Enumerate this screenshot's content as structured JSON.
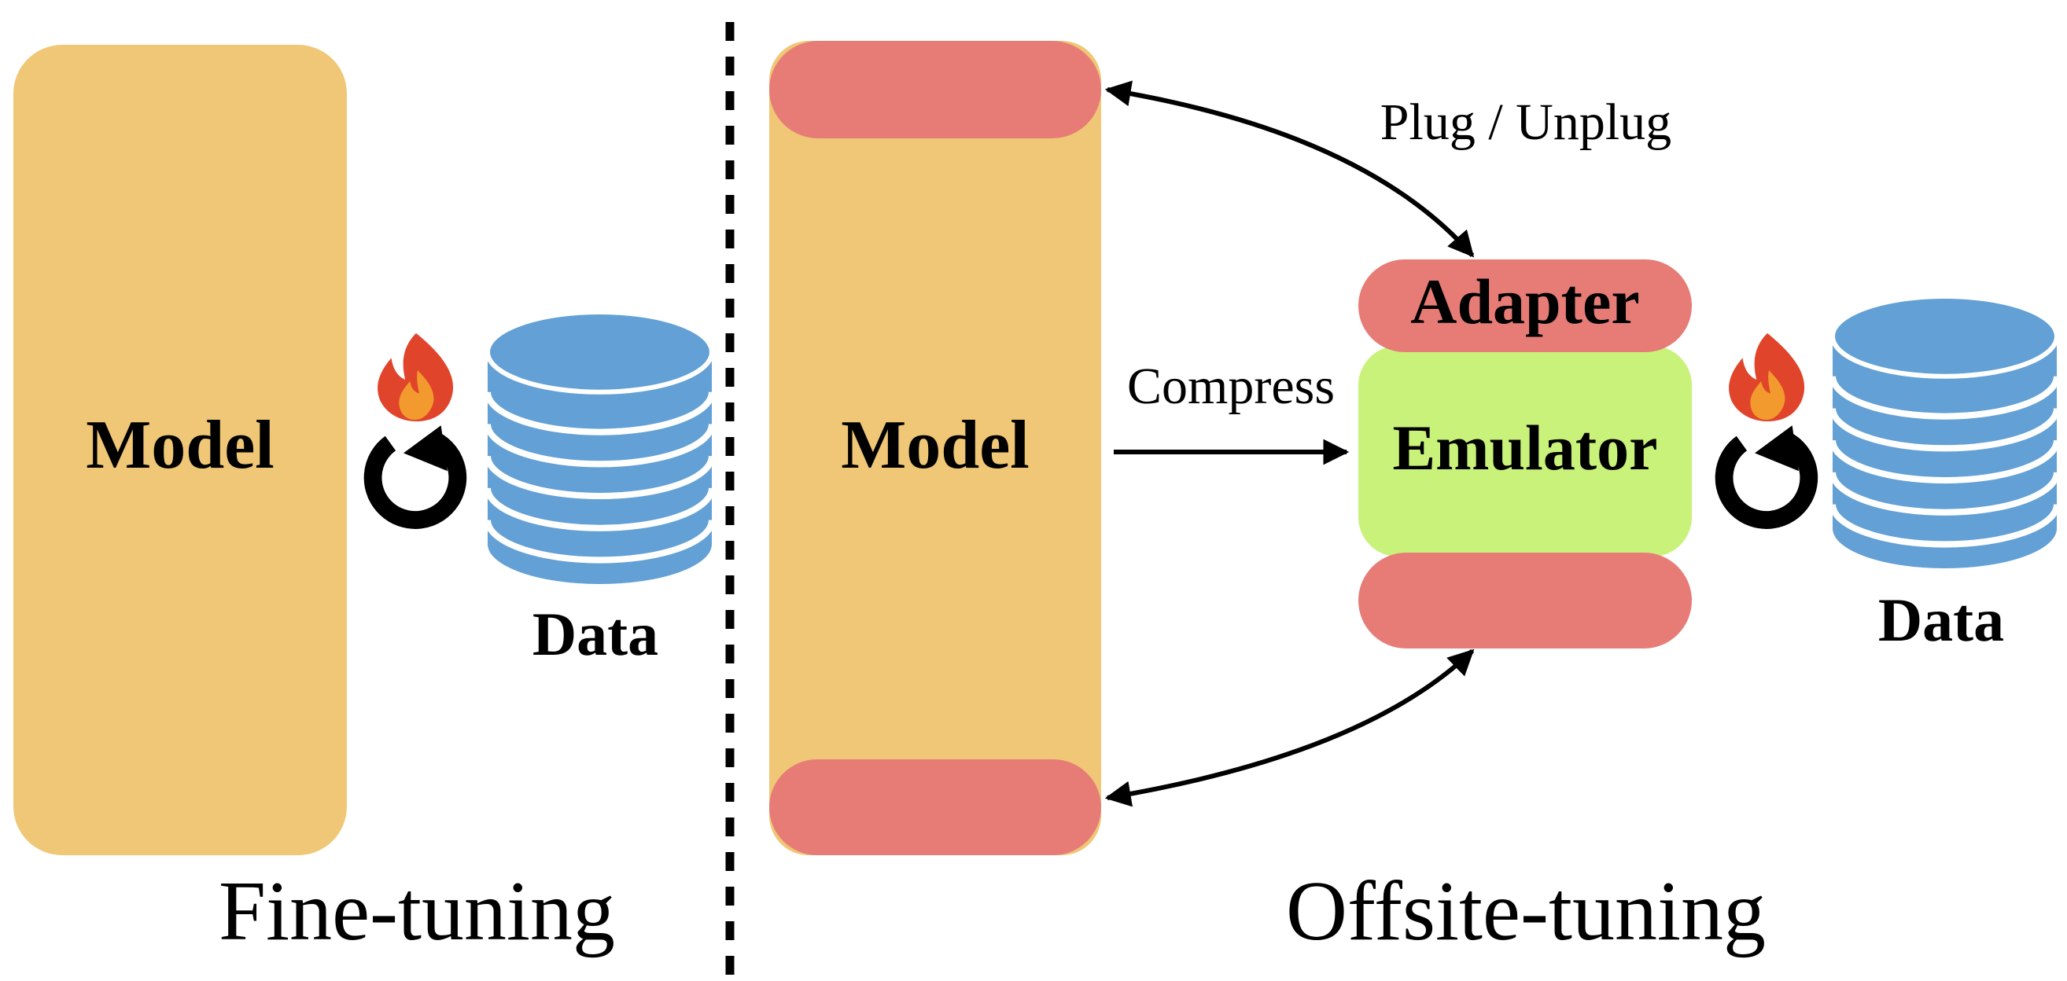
{
  "left_panel": {
    "model_label": "Model",
    "data_label": "Data",
    "caption": "Fine-tuning"
  },
  "right_panel": {
    "model_label": "Model",
    "adapter_label": "Adapter",
    "emulator_label": "Emulator",
    "data_label": "Data",
    "caption": "Offsite-tuning",
    "plug_label": "Plug / Unplug",
    "compress_label": "Compress"
  },
  "colors": {
    "model": "#EFC776",
    "adapter": "#E77C77",
    "emulator": "#C9F27A",
    "database": "#62A0D5",
    "flame_red": "#E0452B",
    "flame_orange": "#F29A2E",
    "ink": "#000000"
  },
  "icons": [
    "flame-icon",
    "refresh-icon",
    "database-icon"
  ]
}
